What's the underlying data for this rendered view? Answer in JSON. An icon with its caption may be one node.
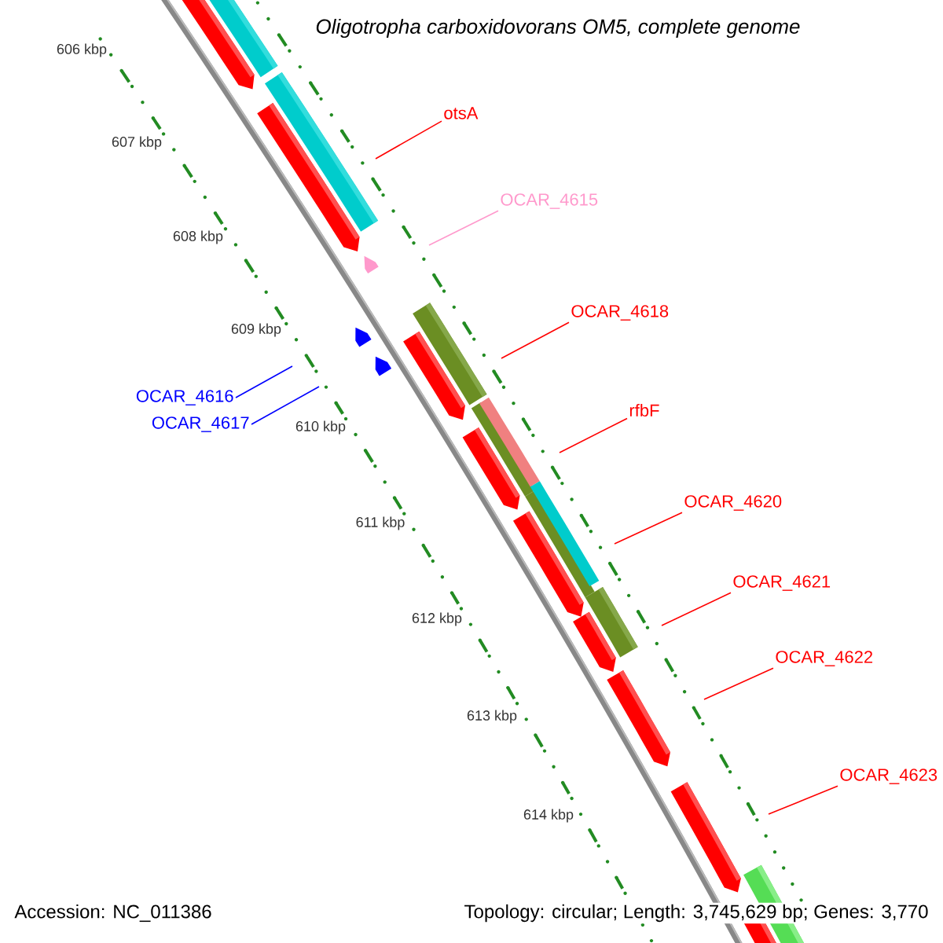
{
  "diagram": {
    "title": "Oligotropha carboxidovorans OM5, complete genome",
    "nodes": [
      {
        "text": [
          "otsA"
        ]
      },
      {
        "text": [
          "OCAR_4615"
        ]
      },
      {
        "text": [
          "OCAR_4618"
        ]
      },
      {
        "text": [
          "OCAR_4616"
        ]
      },
      {
        "text": [
          "rfbF"
        ]
      },
      {
        "text": [
          "OCAR_4617"
        ]
      },
      {
        "text": [
          "OCAR_4620"
        ]
      },
      {
        "text": [
          "OCAR_4621"
        ]
      },
      {
        "text": [
          "OCAR_4622"
        ]
      },
      {
        "text": [
          "OCAR_4623"
        ]
      }
    ],
    "edges": [
      {
        "from": 0,
        "to": null,
        "arrow": "none"
      },
      {
        "from": 1,
        "to": null,
        "arrow": "none",
        "color": "#ff99cc"
      },
      {
        "from": 2,
        "to": null,
        "arrow": "none"
      },
      {
        "from": 3,
        "to": null,
        "arrow": "none",
        "color": "#0000ff"
      },
      {
        "from": 4,
        "to": null,
        "arrow": "none"
      },
      {
        "from": 5,
        "to": null,
        "arrow": "none",
        "color": "#0000ff"
      },
      {
        "from": 6,
        "to": null,
        "arrow": "none"
      },
      {
        "from": 7,
        "to": null,
        "arrow": "none"
      },
      {
        "from": 8,
        "to": null,
        "arrow": "none"
      },
      {
        "from": 9,
        "to": null,
        "arrow": "none"
      }
    ],
    "labels": [
      "606 kbp",
      "607 kbp",
      "608 kbp",
      "609 kbp",
      "610 kbp",
      "611 kbp",
      "612 kbp",
      "613 kbp",
      "614 kbp",
      "Accession: NC_011386",
      "Topology: circular; Length: 3,745,629 bp; Genes: 3,770"
    ]
  }
}
